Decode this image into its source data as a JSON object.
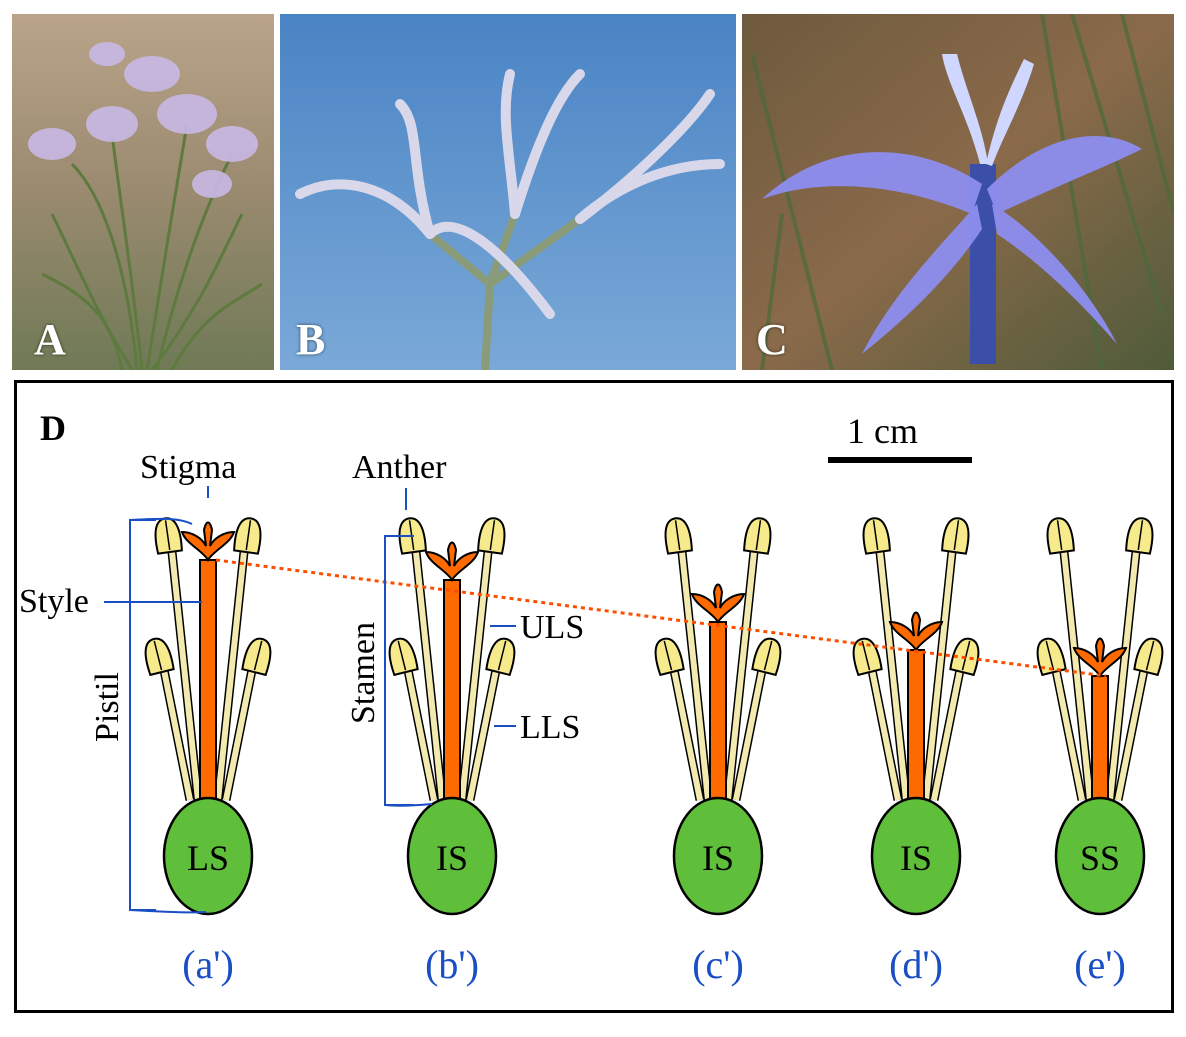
{
  "photos": [
    {
      "letter": "A"
    },
    {
      "letter": "B"
    },
    {
      "letter": "C"
    }
  ],
  "diagram": {
    "panel_letter": "D",
    "scale_bar": "1 cm",
    "labels": {
      "stigma": "Stigma",
      "anther": "Anther",
      "style": "Style",
      "pistil": "Pistil",
      "stamen": "Stamen",
      "uls": "ULS",
      "lls": "LLS"
    },
    "flowers": [
      {
        "ovary": "LS",
        "caption": "(a')"
      },
      {
        "ovary": "IS",
        "caption": "(b')"
      },
      {
        "ovary": "IS",
        "caption": "(c')"
      },
      {
        "ovary": "IS",
        "caption": "(d')"
      },
      {
        "ovary": "SS",
        "caption": "(e')"
      }
    ],
    "colors": {
      "anther": "#f7ea8c",
      "filament": "#f3eab0",
      "pistil": "#ff6a00",
      "ovary": "#5fbf3a",
      "label_blue": "#1a4ec4",
      "trend_line": "#ff4d00"
    }
  }
}
